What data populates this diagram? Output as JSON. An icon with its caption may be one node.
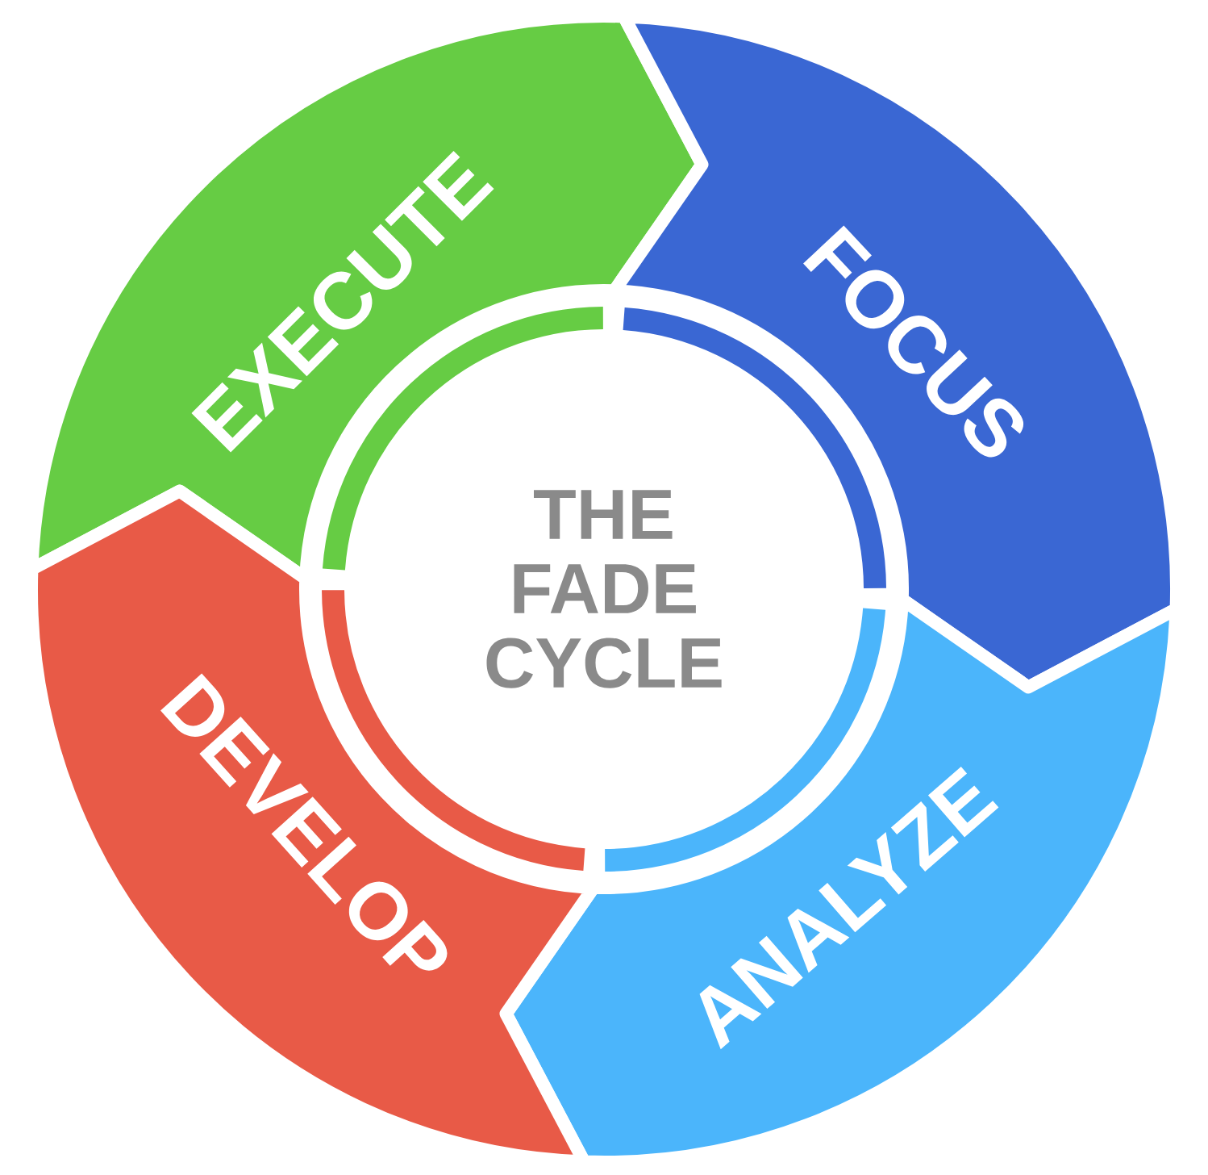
{
  "diagram": {
    "nodes": [
      {
        "text": [
          "THE FADE CYCLE"
        ]
      },
      {
        "text": [
          "EXECUTE"
        ]
      },
      {
        "text": [
          "FOCUS"
        ]
      },
      {
        "text": [
          "ANALYZE"
        ]
      },
      {
        "text": [
          "DEVELOP"
        ]
      }
    ]
  }
}
